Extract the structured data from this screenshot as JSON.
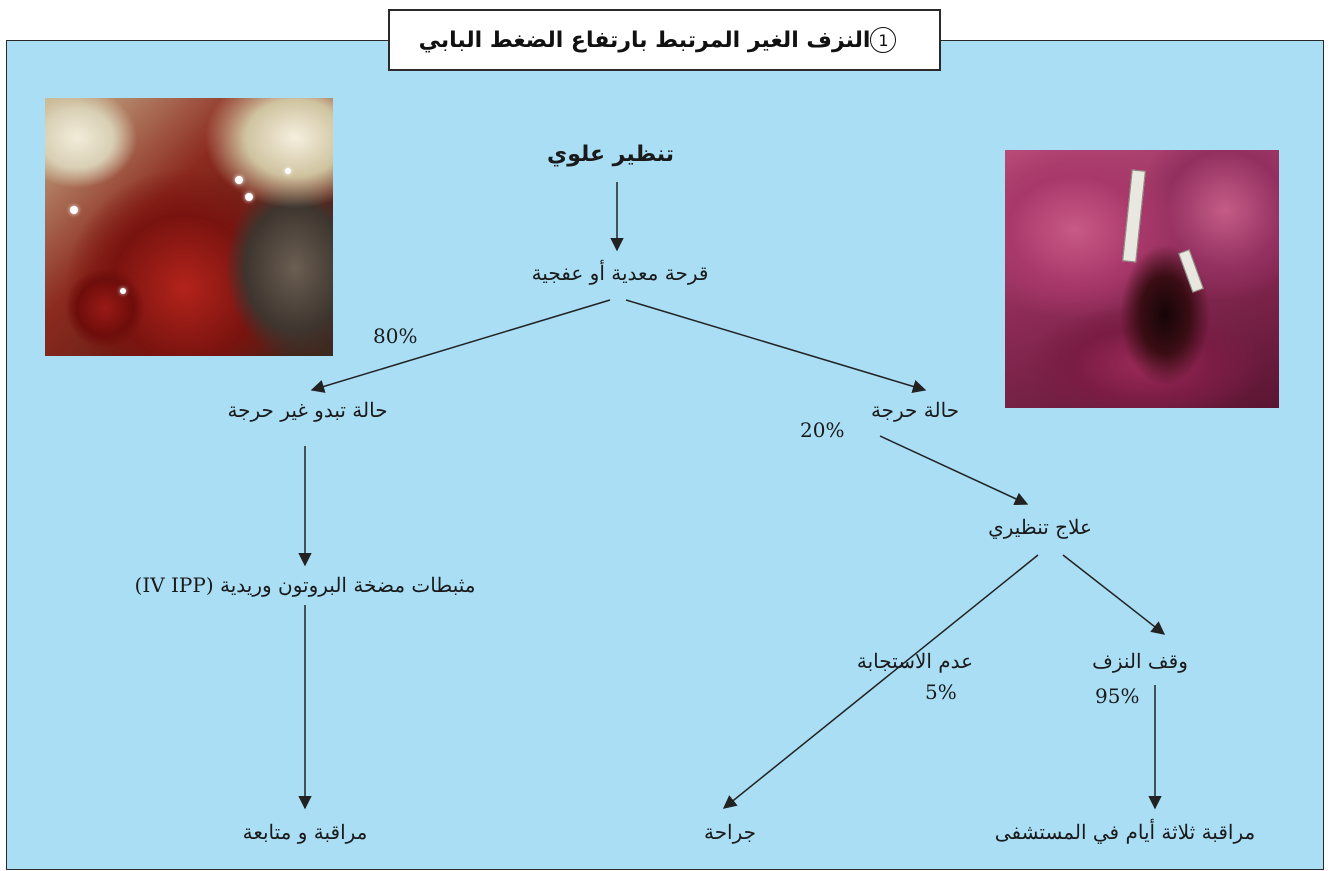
{
  "title": {
    "number": "1",
    "text": "النزف الغير المرتبط بارتفاع الضغط البابي"
  },
  "nodes": {
    "upper_endoscopy": "تنظير علوي",
    "ulcer": "قرحة معدية أو عفجية",
    "non_severe": "حالة تبدو غير حرجة",
    "severe": "حالة حرجة",
    "endoscopic_treatment": "علاج تنظيري",
    "ppi_iv": "مثبطات مضخة البروتون وريدية (IV IPP)",
    "no_response": "عدم الاستجابة",
    "bleeding_stopped": "وقف النزف",
    "monitoring_followup": "مراقبة و متابعة",
    "surgery": "جراحة",
    "hospital_observation": "مراقبة ثلاثة أيام في المستشفى"
  },
  "percentages": {
    "non_severe": "80%",
    "severe": "20%",
    "no_response": "5%",
    "bleeding_stopped": "95%"
  },
  "colors": {
    "panel_background": "#a9def5",
    "title_background": "#ffffff",
    "line": "#222222"
  },
  "icons": {
    "left_photo": "endoscopy-bleeding-ulcer-image",
    "right_photo": "endoscopy-clipped-ulcer-image"
  }
}
